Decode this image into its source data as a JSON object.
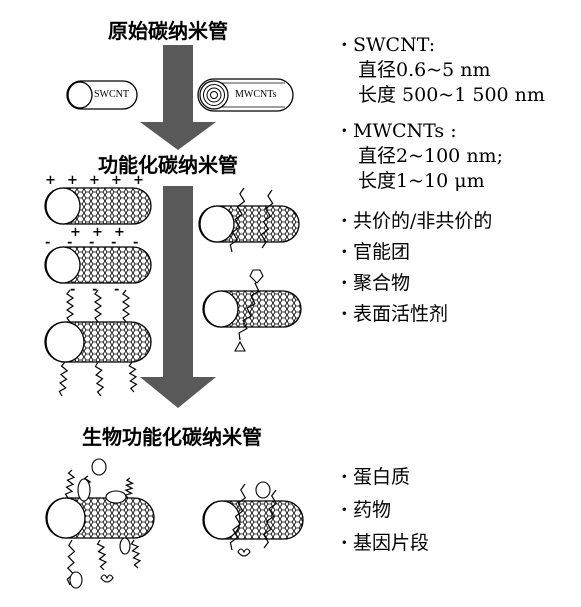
{
  "headings": {
    "raw": "原始碳纳米管",
    "functionalized": "功能化碳纳米管",
    "biofunctionalized": "生物功能化碳纳米管"
  },
  "tube_labels": {
    "swcnt": "SWCNT",
    "mwcnt": "MWCNTs"
  },
  "swcnt_info": {
    "title": "SWCNT:",
    "diameter": "直径0.6~5 nm",
    "length": "长度 500~1 500 nm"
  },
  "mwcnt_info": {
    "title": "MWCNTs :",
    "diameter": "直径2~100 nm;",
    "length": "长度1~10 μm"
  },
  "functional_items": [
    "共价的/非共价的",
    "官能团",
    "聚合物",
    "表面活性剂"
  ],
  "bio_items": [
    "蛋白质",
    "药物",
    "基因片段"
  ],
  "bullet": "·",
  "plus": "+",
  "minus": "-",
  "colors": {
    "arrow": "#595959",
    "stroke": "#000000",
    "background": "#ffffff"
  }
}
